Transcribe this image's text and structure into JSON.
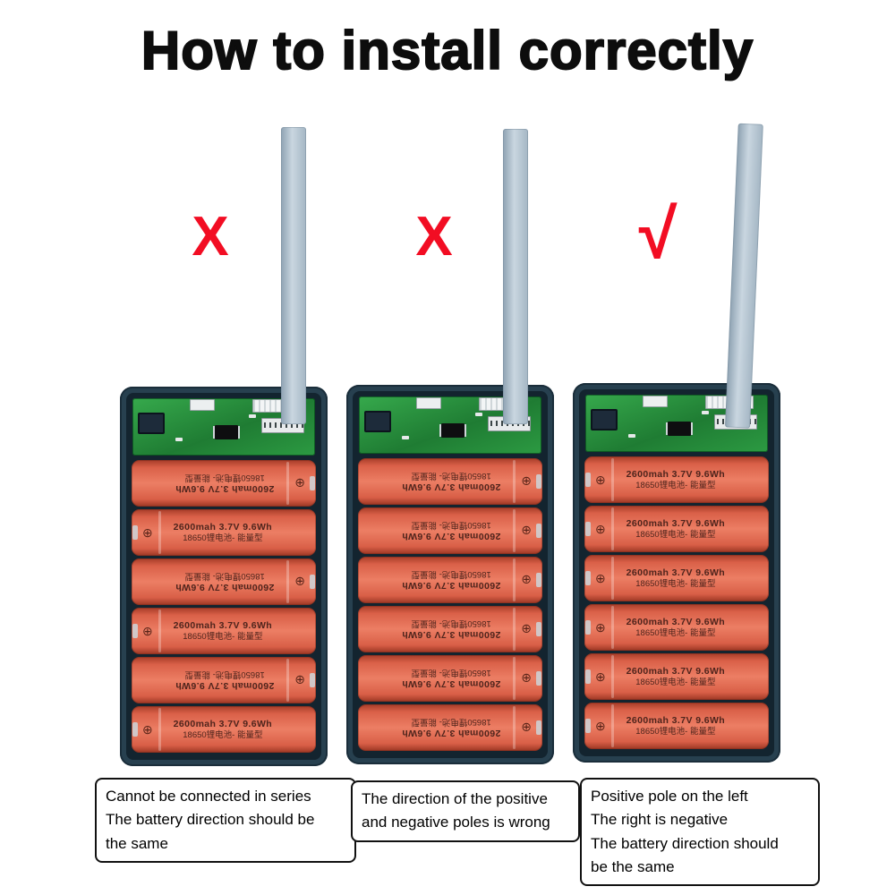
{
  "title": "How to install correctly",
  "battery": {
    "line1": "2600mah  3.7V  9.6Wh",
    "line2": "18650锂电池- 能量型",
    "terminal_symbol": "⊕"
  },
  "panels": [
    {
      "mark": "X",
      "mark_type": "wrong",
      "caption": "Cannot be connected in series\nThe battery direction should be\nthe same",
      "batteries": [
        "flipped",
        "normal",
        "flipped",
        "normal",
        "flipped",
        "normal"
      ]
    },
    {
      "mark": "X",
      "mark_type": "wrong",
      "caption": "The direction of the positive\nand negative poles is wrong",
      "batteries": [
        "flipped",
        "flipped",
        "flipped",
        "flipped",
        "flipped",
        "flipped"
      ]
    },
    {
      "mark": "√",
      "mark_type": "correct",
      "caption": "Positive pole on the left\nThe right is negative\nThe battery direction should\nbe the same",
      "batteries": [
        "normal",
        "normal",
        "normal",
        "normal",
        "normal",
        "normal"
      ]
    }
  ],
  "colors": {
    "mark_red": "#f20d23",
    "battery_orange": "#e06a50",
    "case_dark": "#27404f",
    "pcb_green": "#2c9a42",
    "cable_gray": "#aebcc9"
  }
}
